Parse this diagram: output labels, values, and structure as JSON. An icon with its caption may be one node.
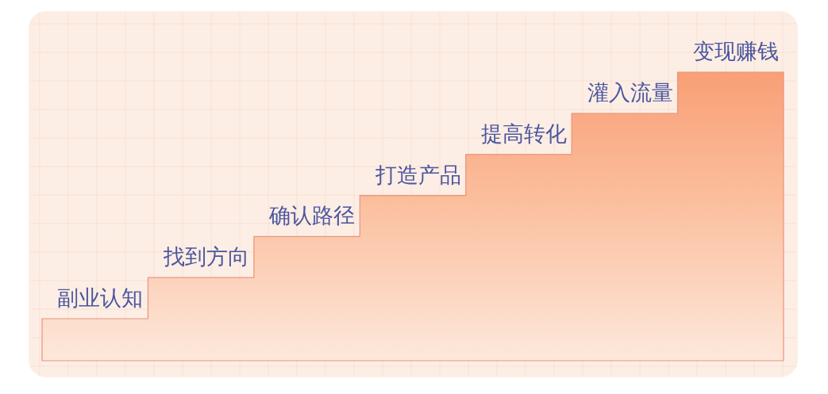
{
  "diagram": {
    "labels": [
      "副业认知",
      "找到方向",
      "确认路径",
      "打造产品",
      "提高转化",
      "灌入流量",
      "变现赚钱"
    ]
  }
}
